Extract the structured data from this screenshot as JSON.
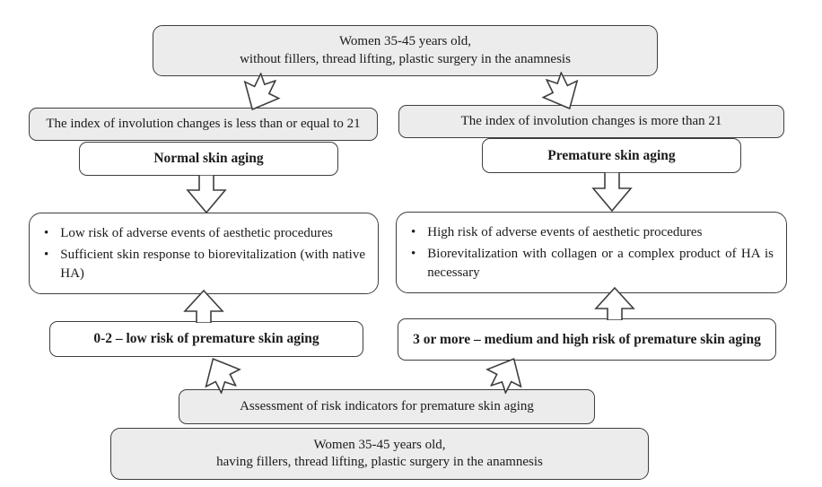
{
  "diagram": {
    "top_box": {
      "line1": "Women 35-45 years old,",
      "line2": "without fillers, thread lifting, plastic surgery in the anamnesis"
    },
    "left_branch": {
      "index_box": "The index of involution changes is less than or equal to 21",
      "aging_box": "Normal skin aging",
      "bullets": [
        "Low risk of adverse events of aesthetic procedures",
        "Sufficient skin response to biorevitalization (with native HA)"
      ],
      "risk_box": "0-2 – low risk of premature skin aging"
    },
    "right_branch": {
      "index_box": "The index of involution changes is more than 21",
      "aging_box": "Premature skin aging",
      "bullets": [
        "High risk of adverse events of aesthetic procedures",
        "Biorevitalization with collagen or a complex product of HA is necessary"
      ],
      "risk_box": "3 or more – medium and high risk of premature skin aging"
    },
    "assessment_box": "Assessment of risk indicators for premature skin aging",
    "bottom_box": {
      "line1": "Women 35-45 years old,",
      "line2": "having fillers, thread lifting, plastic surgery in the anamnesis"
    }
  },
  "glyphs": {
    "bullet": "•"
  },
  "colors": {
    "box_fill_gray": "#ececec",
    "box_fill_white": "#ffffff",
    "border": "#3e3e3e",
    "text": "#1b1b1b"
  }
}
